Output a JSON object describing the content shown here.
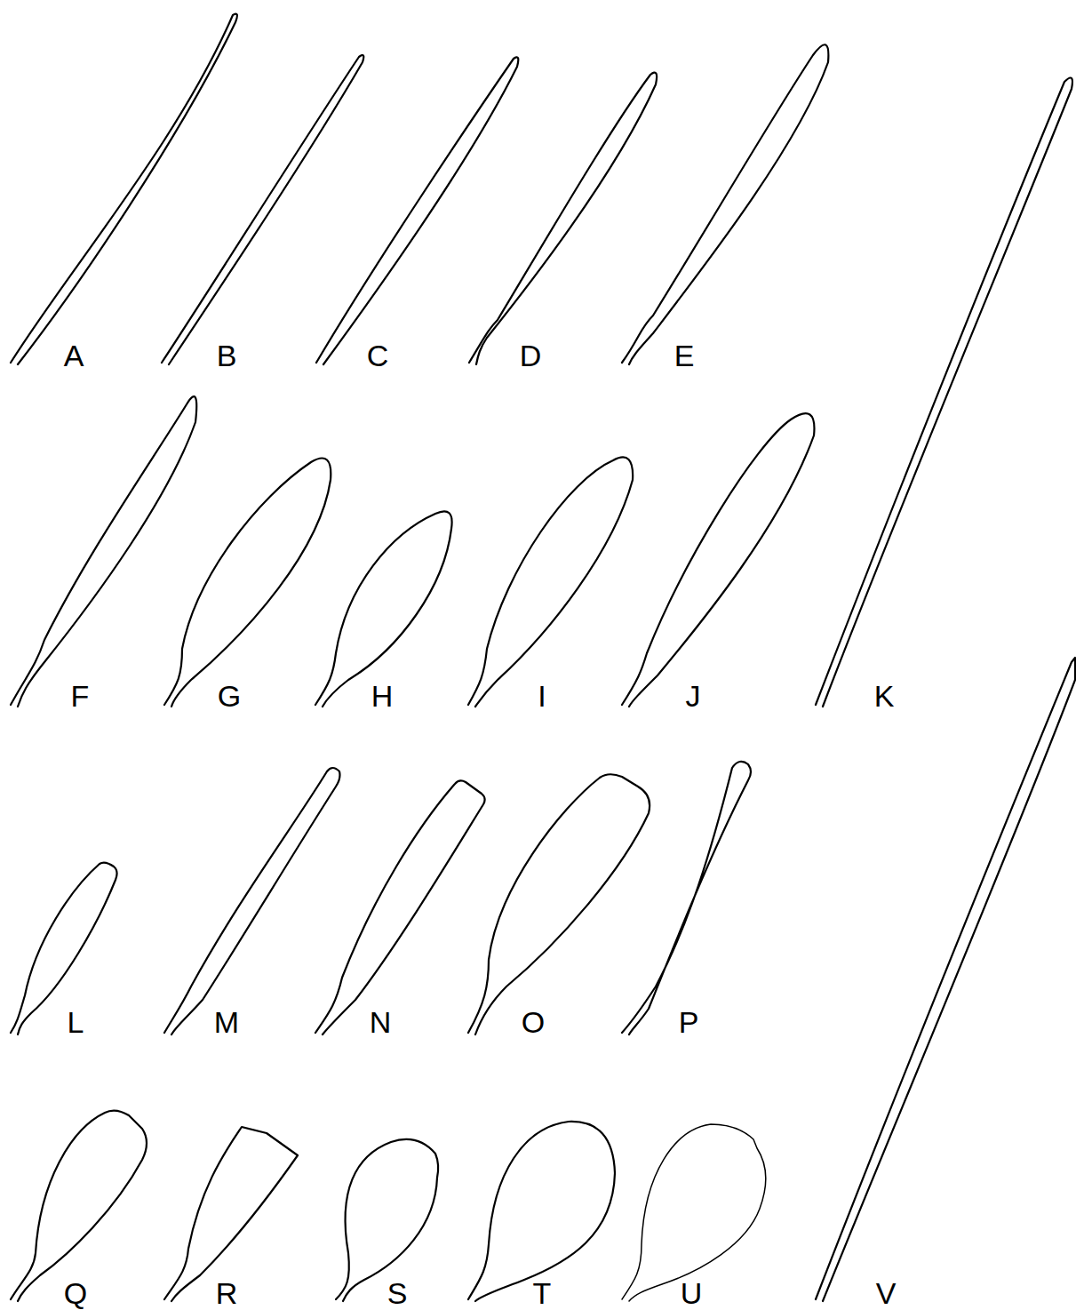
{
  "diagram": {
    "labels": [
      "A",
      "B",
      "C",
      "D",
      "E",
      "F",
      "G",
      "H",
      "I",
      "J",
      "K",
      "L",
      "M",
      "N",
      "O",
      "P",
      "Q",
      "R",
      "S",
      "T",
      "U",
      "V"
    ]
  }
}
